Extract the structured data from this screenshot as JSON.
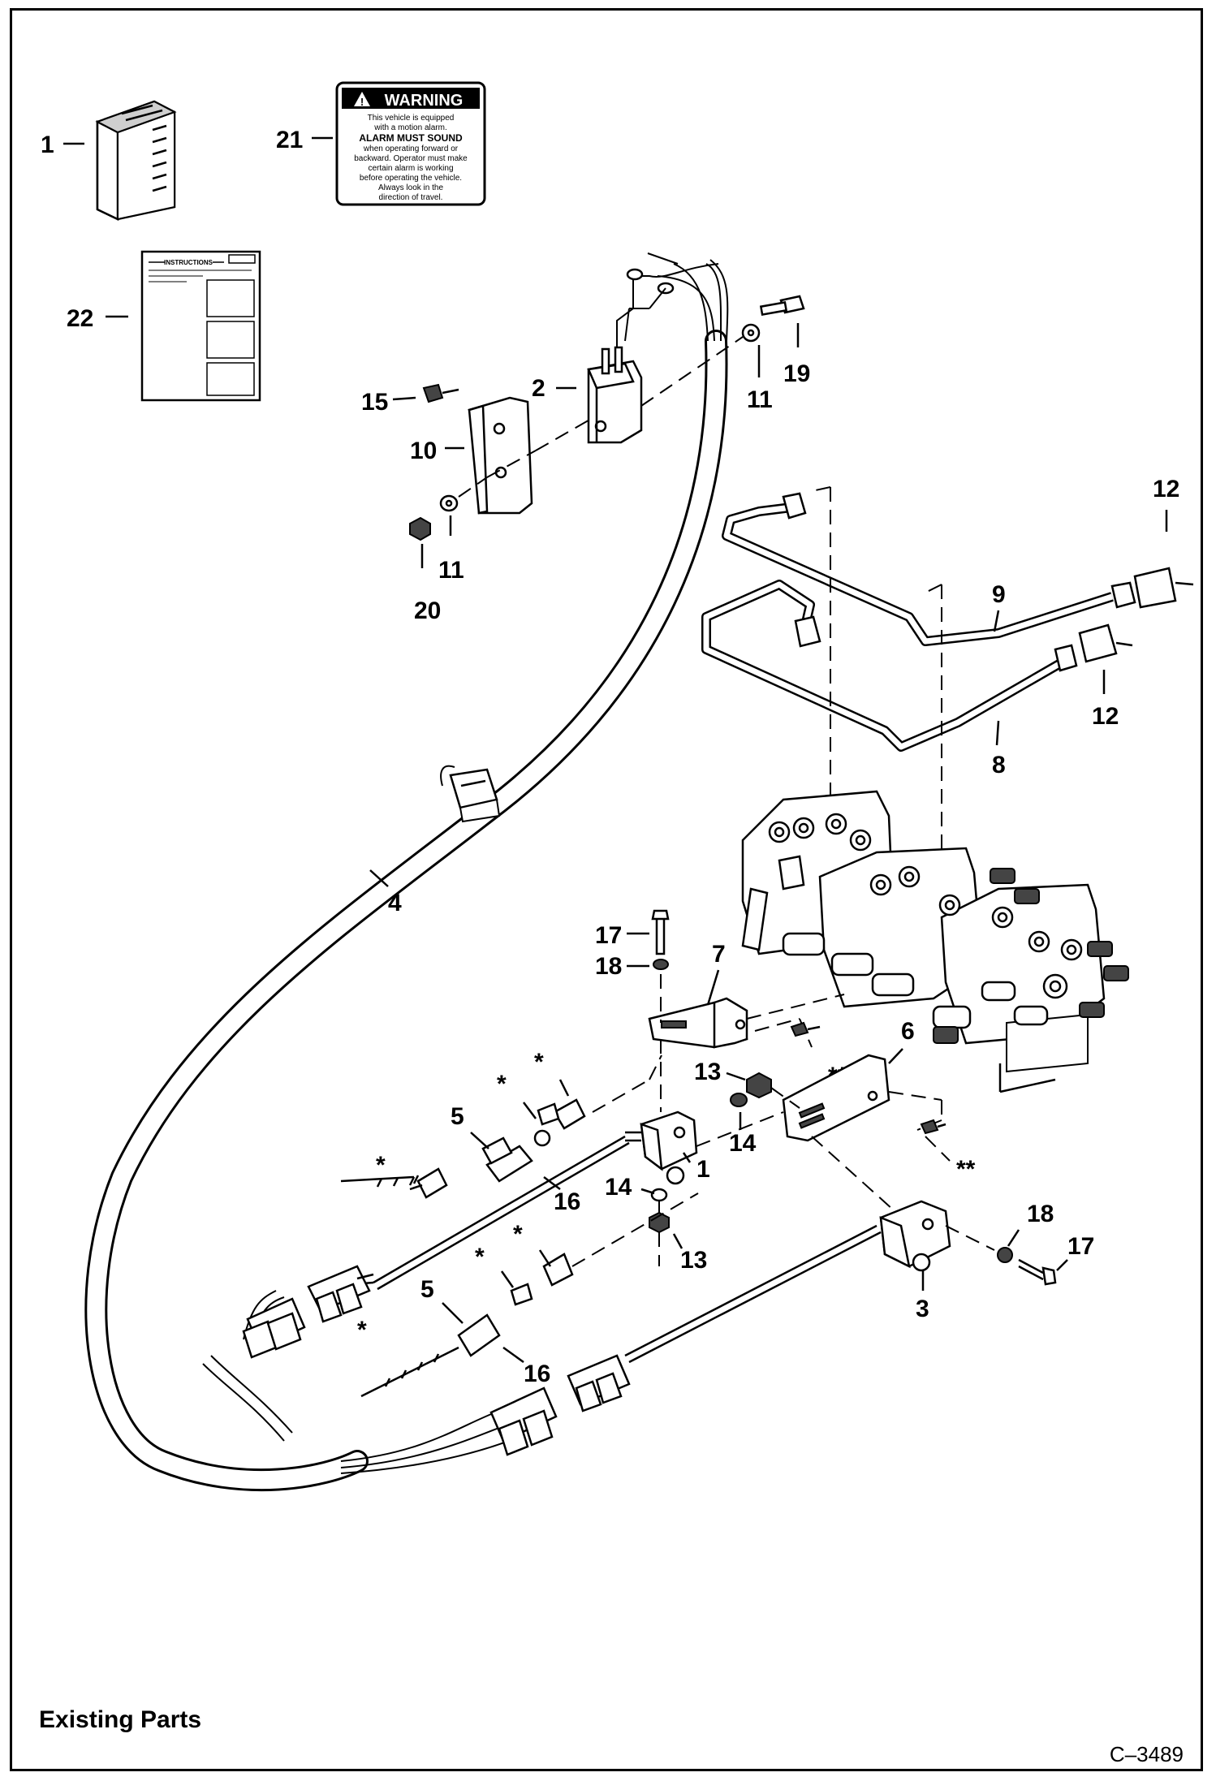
{
  "callouts": {
    "c1": "1",
    "c21": "21",
    "c22": "22",
    "c2": "2",
    "c15": "15",
    "c10": "10",
    "c11": "11",
    "c20": "20",
    "c19": "19",
    "c12": "12",
    "c9": "9",
    "c8": "8",
    "c4": "4",
    "c17": "17",
    "c18": "18",
    "c7": "7",
    "c6": "6",
    "c13": "13",
    "c14": "14",
    "c5": "5",
    "c16": "16",
    "c3": "3",
    "star": "*",
    "double_star": "**"
  },
  "warning_decal": {
    "title": "WARNING",
    "lines": [
      "This vehicle is equipped",
      "with a motion alarm.",
      "ALARM MUST SOUND",
      "when operating forward or",
      "backward. Operator must make",
      "certain alarm is working",
      "before operating the vehicle.",
      "Always look in the",
      "direction of travel."
    ]
  },
  "instructions_sheet": {
    "title": "INSTRUCTIONS"
  },
  "footer": {
    "legend": "Existing Parts",
    "figure_code": "C–3489"
  }
}
